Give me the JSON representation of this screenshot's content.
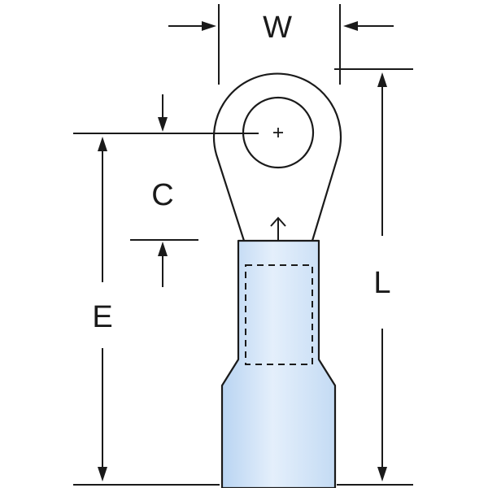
{
  "diagram": {
    "labels": {
      "w": "W",
      "c": "C",
      "e": "E",
      "l": "L"
    },
    "colors": {
      "line": "#1a1a1a",
      "sleeve_fill": "#cfe2f7",
      "sleeve_highlight": "#e8f1fb",
      "background": "#ffffff"
    },
    "icons": {
      "center_mark": "plus-icon",
      "direction_mark": "arrow-up-icon"
    }
  }
}
